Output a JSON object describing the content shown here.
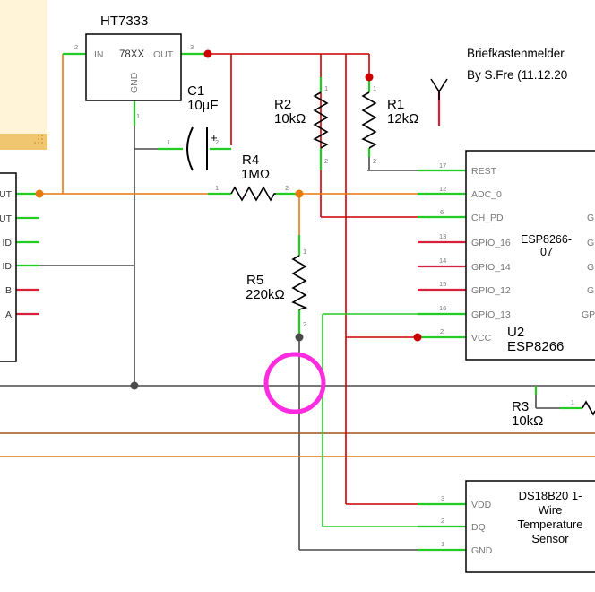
{
  "title": {
    "line1": "Briefkastenmelder",
    "line2": "By S.Fre (11.12.20"
  },
  "components": {
    "regulator": {
      "part": "HT7333",
      "type": "78XX",
      "pin_in": "IN",
      "pin_out": "OUT",
      "pin_gnd": "GND",
      "pin_in_no": "2",
      "pin_out_no": "3",
      "pin_gnd_no": "1"
    },
    "c1": {
      "ref": "C1",
      "value": "10µF",
      "plus": "+",
      "pin1": "1",
      "pin2": "2"
    },
    "r1": {
      "ref": "R1",
      "value": "12kΩ",
      "pin1": "1",
      "pin2": "2"
    },
    "r2": {
      "ref": "R2",
      "value": "10kΩ",
      "pin1": "1",
      "pin2": "2"
    },
    "r3": {
      "ref": "R3",
      "value": "10kΩ",
      "pin1": "1"
    },
    "r4": {
      "ref": "R4",
      "value": "1MΩ",
      "pin1": "1",
      "pin2": "2"
    },
    "r5": {
      "ref": "R5",
      "value": "220kΩ",
      "pin1": "1",
      "pin2": "2"
    },
    "esp": {
      "ref": "U2",
      "name": "ESP8266",
      "chip_line1": "ESP8266-",
      "chip_line2": "07",
      "pins_left": [
        {
          "label": "REST",
          "no": "17"
        },
        {
          "label": "ADC_0",
          "no": "12"
        },
        {
          "label": "CH_PD",
          "no": "6"
        },
        {
          "label": "GPIO_16",
          "no": "13"
        },
        {
          "label": "GPIO_14",
          "no": "14"
        },
        {
          "label": "GPIO_12",
          "no": "15"
        },
        {
          "label": "GPIO_13",
          "no": "16"
        },
        {
          "label": "VCC",
          "no": "2"
        }
      ],
      "pins_right_partial": [
        "G",
        "G",
        "G",
        "G",
        "GP"
      ]
    },
    "sensor": {
      "name_line1": "DS18B20 1-",
      "name_line2": "Wire",
      "name_line3": "Temperature",
      "name_line4": "Sensor",
      "pins": [
        {
          "label": "VDD",
          "no": "3"
        },
        {
          "label": "DQ",
          "no": "2"
        },
        {
          "label": "GND",
          "no": "1"
        }
      ]
    },
    "left_connector": {
      "pins": [
        "UT",
        "UT",
        "ID",
        "ID",
        "B",
        "A"
      ]
    }
  },
  "colors": {
    "wire_red": "#cc0000",
    "wire_orange": "#e87a0c",
    "wire_gray": "#4a4a4a",
    "wire_brown": "#a0521a",
    "pin_green": "#22cc22",
    "pin_red": "#d8203a",
    "highlight": "#ff2be0",
    "note_fill": "#fff3d8"
  }
}
